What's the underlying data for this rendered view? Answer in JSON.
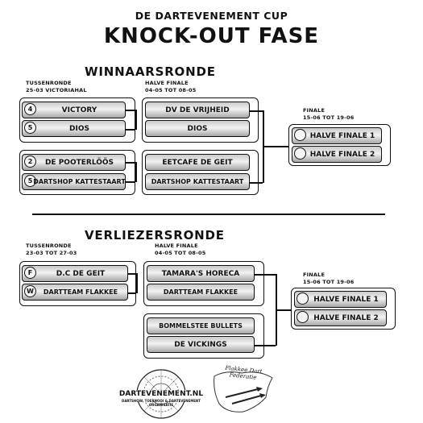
{
  "header": {
    "subtitle": "DE DARTEVENEMENT CUP",
    "title": "KNOCK-OUT FASE"
  },
  "winners": {
    "title": "WINNAARSRONDE",
    "round1_caption": [
      "TUSSENRONDE",
      "25-03 VICTORIAHAL"
    ],
    "round2_caption": [
      "HALVE FINALE",
      "04-05 TOT 08-05"
    ],
    "round3_caption": [
      "FINALE",
      "15-06 TOT 19-06"
    ],
    "r1": [
      {
        "seed": "4",
        "name": "VICTORY"
      },
      {
        "seed": "5",
        "name": "DIOS"
      },
      {
        "seed": "2",
        "name": "DE POOTERLÖÖS"
      },
      {
        "seed": "5",
        "name": "DARTSHOP KATTESTAART"
      }
    ],
    "r2": [
      "DV DE VRIJHEID",
      "DIOS",
      "EETCAFE DE GEIT",
      "DARTSHOP KATTESTAART"
    ],
    "final": [
      "HALVE FINALE 1",
      "HALVE FINALE 2"
    ]
  },
  "losers": {
    "title": "VERLIEZERSRONDE",
    "round1_caption": [
      "TUSSENRONDE",
      "23-03 TOT 27-03"
    ],
    "round2_caption": [
      "HALVE FINALE",
      "04-05 TOT 08-05"
    ],
    "round3_caption": [
      "FINALE",
      "15-06 TOT 19-06"
    ],
    "r1": [
      {
        "seed": "F",
        "name": "D.C DE GEIT"
      },
      {
        "seed": "W",
        "name": "DARTTEAM FLAKKEE"
      }
    ],
    "r2": [
      "TAMARA'S HORECA",
      "DARTTEAM FLAKKEE",
      "BOMMELSTEE BULLETS",
      "DE VICKINGS"
    ],
    "final": [
      "HALVE FINALE 1",
      "HALVE FINALE 2"
    ]
  },
  "logos": {
    "left_name": "DARTEVENEMENT.NL",
    "left_tagline": "DARTSHOW, TOERNOOI & DARTEVENEMENT ORGANISATIE",
    "right_text": "Flakkee Dart Federatie"
  }
}
